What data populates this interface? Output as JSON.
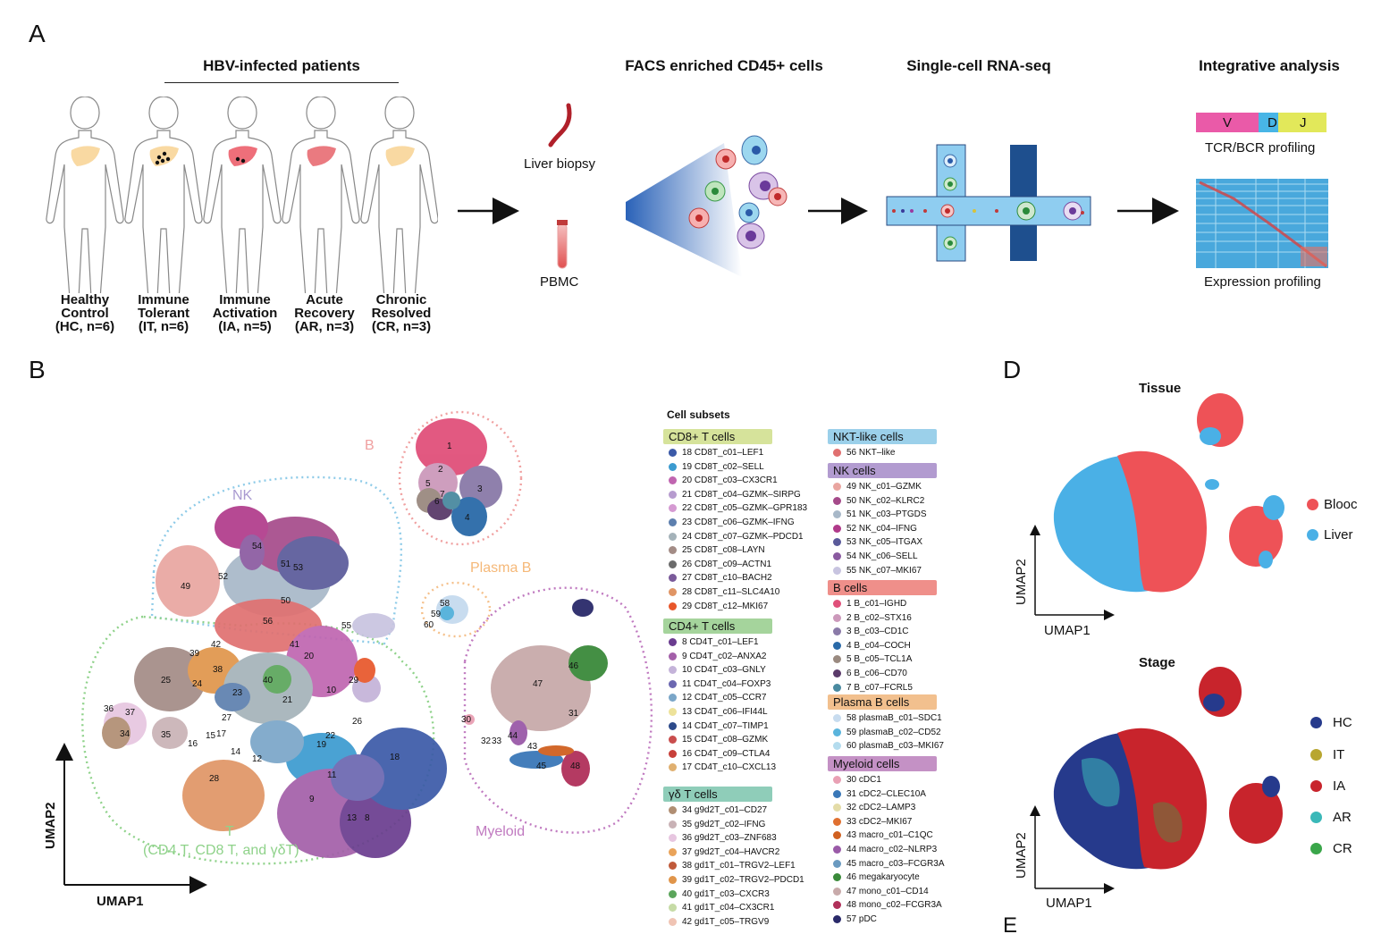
{
  "panels": {
    "a": "A",
    "b": "B",
    "d": "D",
    "e": "E"
  },
  "panel_a": {
    "patients_header": "HBV-infected patients",
    "facs_header": "FACS enriched CD45+ cells",
    "scrna_header": "Single-cell RNA-seq",
    "integrative_header": "Integrative analysis",
    "groups": [
      {
        "line1": "Healthy",
        "line2": "Control",
        "line3": "(HC, n=6)"
      },
      {
        "line1": "Immune",
        "line2": "Tolerant",
        "line3": "(IT, n=6)"
      },
      {
        "line1": "Immune",
        "line2": "Activation",
        "line3": "(IA, n=5)"
      },
      {
        "line1": "Acute",
        "line2": "Recovery",
        "line3": "(AR, n=3)"
      },
      {
        "line1": "Chronic",
        "line2": "Resolved",
        "line3": "(CR, n=3)"
      }
    ],
    "liver_biopsy": "Liver biopsy",
    "pbmc": "PBMC",
    "vdj": {
      "v": "V",
      "d": "D",
      "j": "J"
    },
    "tcr_bcr": "TCR/BCR profiling",
    "expression": "Expression profiling"
  },
  "panel_b": {
    "axis_x": "UMAP1",
    "axis_y": "UMAP2",
    "group_labels": {
      "nk": "NK",
      "b": "B",
      "plasma": "Plasma B",
      "myeloid": "Myeloid",
      "t_line1": "T",
      "t_line2": "(CD4 T, CD8 T, and γδT)"
    },
    "cluster_numbers": [
      "1",
      "2",
      "3",
      "4",
      "5",
      "6",
      "7",
      "54",
      "52",
      "51",
      "53",
      "49",
      "50",
      "56",
      "42",
      "41",
      "39",
      "38",
      "20",
      "25",
      "24",
      "23",
      "40",
      "21",
      "10",
      "29",
      "55",
      "36",
      "37",
      "34",
      "35",
      "16",
      "15",
      "17",
      "14",
      "27",
      "12",
      "19",
      "22",
      "26",
      "28",
      "9",
      "11",
      "13",
      "8",
      "18",
      "58",
      "59",
      "60",
      "47",
      "46",
      "31",
      "30",
      "32",
      "33",
      "44",
      "43",
      "45",
      "48"
    ],
    "legend_title": "Cell subsets",
    "categories": [
      {
        "name": "CD8+ T cells",
        "color": "#d6e39b",
        "items": [
          {
            "label": "18 CD8T_c01–LEF1",
            "color": "#3b5aa8"
          },
          {
            "label": "19 CD8T_c02–SELL",
            "color": "#3b9bd0"
          },
          {
            "label": "20 CD8T_c03–CX3CR1",
            "color": "#c065b0"
          },
          {
            "label": "21 CD8T_c04–GZMK–SIRPG",
            "color": "#b79ccf"
          },
          {
            "label": "22 CD8T_c05–GZMK–GPR183",
            "color": "#d59ad2"
          },
          {
            "label": "23 CD8T_c06–GZMK–IFNG",
            "color": "#5d7fae"
          },
          {
            "label": "24 CD8T_c07–GZMK–PDCD1",
            "color": "#a4b2b9"
          },
          {
            "label": "25 CD8T_c08–LAYN",
            "color": "#a38c86"
          },
          {
            "label": "26 CD8T_c09–ACTN1",
            "color": "#6b6b6b"
          },
          {
            "label": "27 CD8T_c10–BACH2",
            "color": "#7a5a9a"
          },
          {
            "label": "28 CD8T_c11–SLC4A10",
            "color": "#e09565"
          },
          {
            "label": "29 CD8T_c12–MKI67",
            "color": "#e8562a"
          }
        ]
      },
      {
        "name": "CD4+ T cells",
        "color": "#a5d49c",
        "items": [
          {
            "label": "8 CD4T_c01–LEF1",
            "color": "#6a3c8f"
          },
          {
            "label": "9 CD4T_c02–ANXA2",
            "color": "#a35fa9"
          },
          {
            "label": "10 CD4T_c03–GNLY",
            "color": "#c4b3d9"
          },
          {
            "label": "11 CD4T_c04–FOXP3",
            "color": "#6b67b0"
          },
          {
            "label": "12 CD4T_c05–CCR7",
            "color": "#7aa6c8"
          },
          {
            "label": "13 CD4T_c06–IFI44L",
            "color": "#ede29a"
          },
          {
            "label": "14 CD4T_c07–TIMP1",
            "color": "#2d4a8a"
          },
          {
            "label": "15 CD4T_c08–GZMK",
            "color": "#c94d4d"
          },
          {
            "label": "16 CD4T_c09–CTLA4",
            "color": "#c8403a"
          },
          {
            "label": "17 CD4T_c10–CXCL13",
            "color": "#e0b070"
          }
        ]
      },
      {
        "name": "γδ T cells",
        "color": "#8fcdb9",
        "items": [
          {
            "label": "34 g9d2T_c01–CD27",
            "color": "#b08e73"
          },
          {
            "label": "35 g9d2T_c02–IFNG",
            "color": "#c9b2b6"
          },
          {
            "label": "36 g9d2T_c03–ZNF683",
            "color": "#e7c6e0"
          },
          {
            "label": "37 g9d2T_c04–HAVCR2",
            "color": "#e9a35a"
          },
          {
            "label": "38 gd1T_c01–TRGV2–LEF1",
            "color": "#c05a3a"
          },
          {
            "label": "39 gd1T_c02–TRGV2–PDCD1",
            "color": "#e0954a"
          },
          {
            "label": "40 gd1T_c03–CXCR3",
            "color": "#5ba55b"
          },
          {
            "label": "41 gd1T_c04–CX3CR1",
            "color": "#c6dba6"
          },
          {
            "label": "42 gd1T_c05–TRGV9",
            "color": "#f0c4b4"
          }
        ]
      },
      {
        "name": "NKT-like cells",
        "color": "#9bd0ea",
        "items": [
          {
            "label": "56 NKT–like",
            "color": "#e07070"
          }
        ]
      },
      {
        "name": "NK cells",
        "color": "#b29bd0",
        "items": [
          {
            "label": "49 NK_c01–GZMK",
            "color": "#e9a5a0"
          },
          {
            "label": "50 NK_c02–KLRC2",
            "color": "#a54a8a"
          },
          {
            "label": "51 NK_c03–PTGDS",
            "color": "#a8b8c8"
          },
          {
            "label": "52 NK_c04–IFNG",
            "color": "#b03a8a"
          },
          {
            "label": "53 NK_c05–ITGAX",
            "color": "#5a5a9a"
          },
          {
            "label": "54 NK_c06–SELL",
            "color": "#8a5aa0"
          },
          {
            "label": "55 NK_c07–MKI67",
            "color": "#c8c4e0"
          }
        ]
      },
      {
        "name": "B cells",
        "color": "#ef8f8a",
        "items": [
          {
            "label": "1 B_c01–IGHD",
            "color": "#e0507a"
          },
          {
            "label": "2 B_c02–STX16",
            "color": "#cc99bb"
          },
          {
            "label": "3 B_c03–CD1C",
            "color": "#8a7aa8"
          },
          {
            "label": "4 B_c04–COCH",
            "color": "#2a6aa8"
          },
          {
            "label": "5 B_c05–TCL1A",
            "color": "#9a8a80"
          },
          {
            "label": "6 B_c06–CD70",
            "color": "#5a3a6a"
          },
          {
            "label": "7 B_c07–FCRL5",
            "color": "#4a8aa0"
          }
        ]
      },
      {
        "name": "Plasma B cells",
        "color": "#f2c08e",
        "items": [
          {
            "label": "58 plasmaB_c01–SDC1",
            "color": "#c8dcef"
          },
          {
            "label": "59 plasmaB_c02–CD52",
            "color": "#5ab4dc"
          },
          {
            "label": "60 plasmaB_c03–MKI67",
            "color": "#b4dcee"
          }
        ]
      },
      {
        "name": "Myeloid cells",
        "color": "#c491c5",
        "items": [
          {
            "label": "30 cDC1",
            "color": "#e9a0b4"
          },
          {
            "label": "31 cDC2–CLEC10A",
            "color": "#3a78b8"
          },
          {
            "label": "32 cDC2–LAMP3",
            "color": "#e4dca8"
          },
          {
            "label": "33 cDC2–MKI67",
            "color": "#e07030"
          },
          {
            "label": "43 macro_c01–C1QC",
            "color": "#d06020"
          },
          {
            "label": "44 macro_c02–NLRP3",
            "color": "#9a5aa8"
          },
          {
            "label": "45 macro_c03–FCGR3A",
            "color": "#6a9ac0"
          },
          {
            "label": "46 megakaryocyte",
            "color": "#3a8a3a"
          },
          {
            "label": "47 mono_c01–CD14",
            "color": "#c8aaaa"
          },
          {
            "label": "48 mono_c02–FCGR3A",
            "color": "#b0305a"
          },
          {
            "label": "57 pDC",
            "color": "#2a2a6a"
          }
        ]
      }
    ]
  },
  "panel_d": {
    "tissue_title": "Tissue",
    "stage_title": "Stage",
    "axis_x": "UMAP1",
    "axis_y": "UMAP2",
    "tissue_legend": [
      {
        "label": "Blooc",
        "color": "#ee5257"
      },
      {
        "label": "Liver",
        "color": "#4ab0e6"
      }
    ],
    "stage_legend": [
      {
        "label": "HC",
        "color": "#263a8c"
      },
      {
        "label": "IT",
        "color": "#b8a630"
      },
      {
        "label": "IA",
        "color": "#c8242c"
      },
      {
        "label": "AR",
        "color": "#3ab8b8"
      },
      {
        "label": "CR",
        "color": "#3aa64a"
      }
    ]
  }
}
